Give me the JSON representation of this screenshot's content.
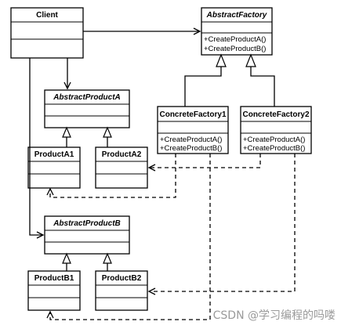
{
  "classes": {
    "client": {
      "name": "Client"
    },
    "abstract_factory": {
      "name": "AbstractFactory",
      "ops": [
        "+CreateProductA()",
        "+CreateProductB()"
      ]
    },
    "concrete_factory1": {
      "name": "ConcreteFactory1",
      "ops": [
        "+CreateProductA()",
        "+CreateProductB()"
      ]
    },
    "concrete_factory2": {
      "name": "ConcreteFactory2",
      "ops": [
        "+CreateProductA()",
        "+CreateProductB()"
      ]
    },
    "abstract_product_a": {
      "name": "AbstractProductA"
    },
    "product_a1": {
      "name": "ProductA1"
    },
    "product_a2": {
      "name": "ProductA2"
    },
    "abstract_product_b": {
      "name": "AbstractProductB"
    },
    "product_b1": {
      "name": "ProductB1"
    },
    "product_b2": {
      "name": "ProductB2"
    }
  },
  "watermark": "CSDN @学习编程的吗喽"
}
